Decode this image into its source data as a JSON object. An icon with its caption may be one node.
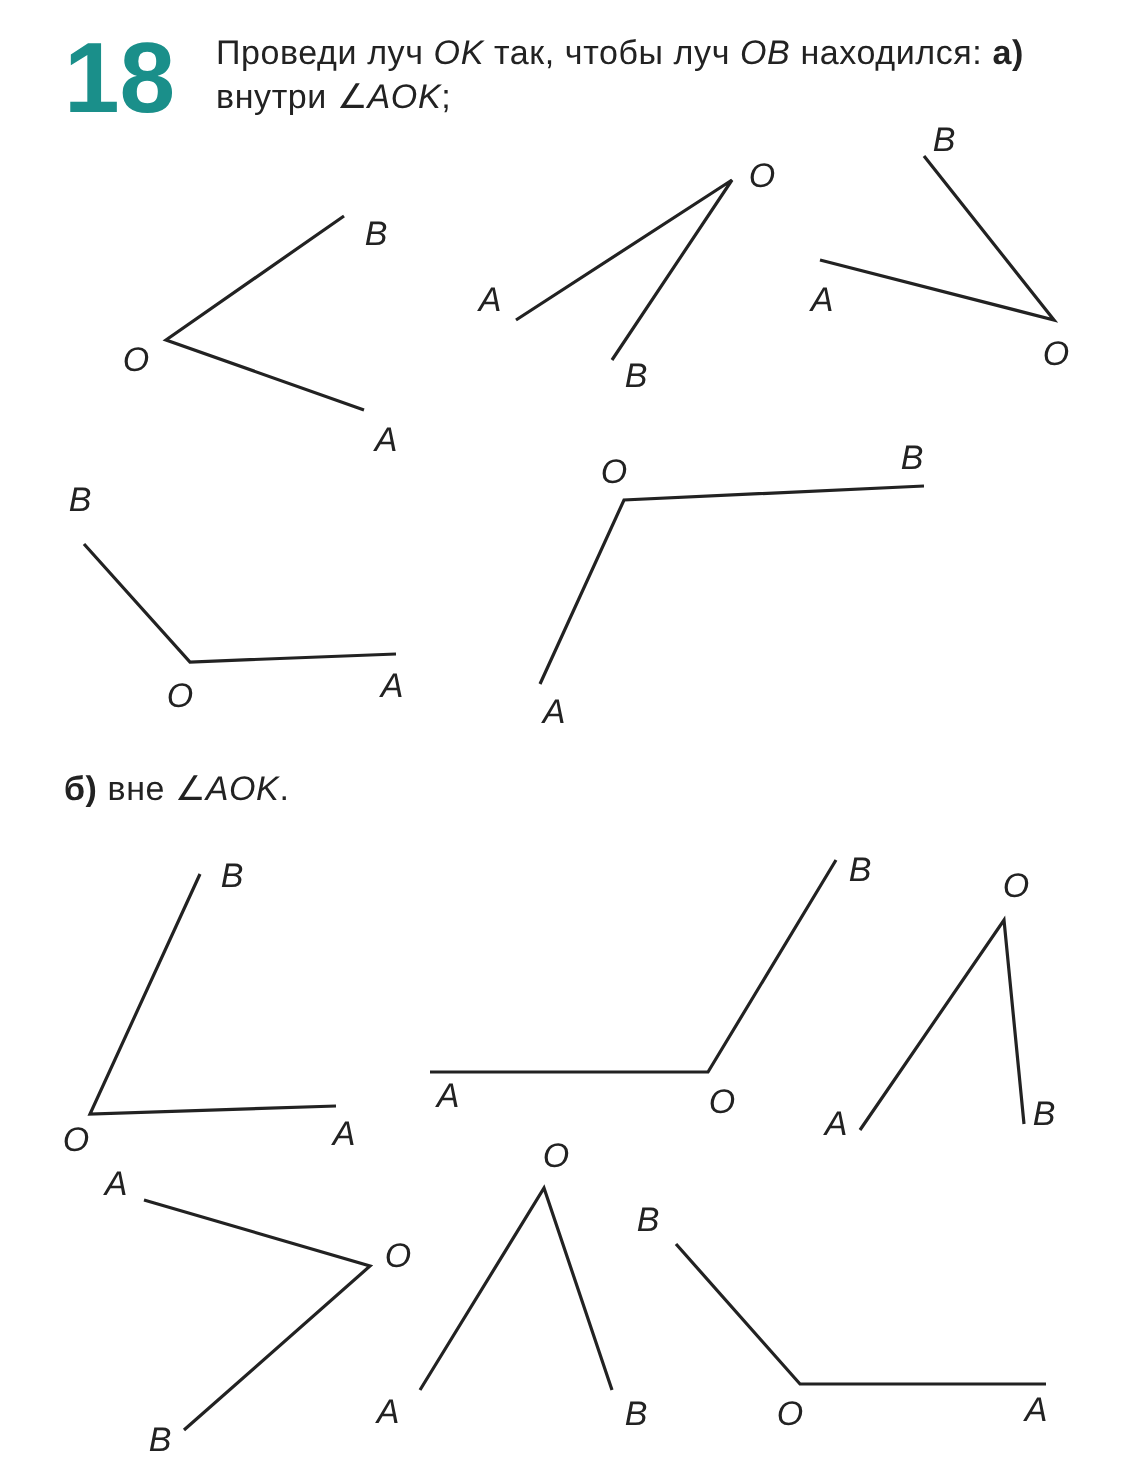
{
  "diagram": {
    "labels": [
      "18",
      "Проведи луч *OK* так, чтобы луч *OB* находился: **а)** внутри ∠*AOK*;",
      "B",
      "O",
      "A",
      "O",
      "A",
      "B",
      "B",
      "A",
      "O",
      "B",
      "O",
      "A",
      "O",
      "B",
      "A",
      "**б)** вне ∠*AOK*.",
      "B",
      "O",
      "A",
      "B",
      "A",
      "O",
      "O",
      "A",
      "B",
      "A",
      "O",
      "B",
      "O",
      "A",
      "B",
      "B",
      "O",
      "A"
    ]
  }
}
